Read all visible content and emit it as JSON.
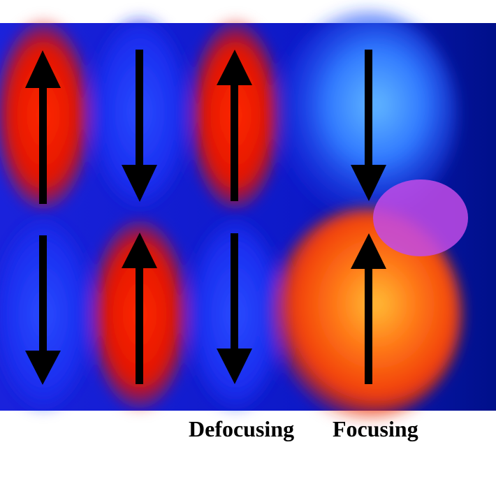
{
  "labels": {
    "defocusing": "Defocusing",
    "focusing": "Focusing"
  },
  "colors": {
    "background_blue": "#0a14d2",
    "deep_blue": "#00118c",
    "light_blue": "#4fa6ff",
    "red": "#f01800",
    "orange": "#ff7a1a",
    "yellow": "#ffc03a",
    "spot": "#c24be6",
    "arrow": "#000000"
  },
  "arrows": [
    {
      "id": "top-1",
      "direction": "up"
    },
    {
      "id": "top-2",
      "direction": "down"
    },
    {
      "id": "top-3",
      "direction": "up"
    },
    {
      "id": "top-4",
      "direction": "down"
    },
    {
      "id": "bottom-1",
      "direction": "down"
    },
    {
      "id": "bottom-2",
      "direction": "up"
    },
    {
      "id": "bottom-3",
      "direction": "down"
    },
    {
      "id": "bottom-4",
      "direction": "up"
    }
  ]
}
